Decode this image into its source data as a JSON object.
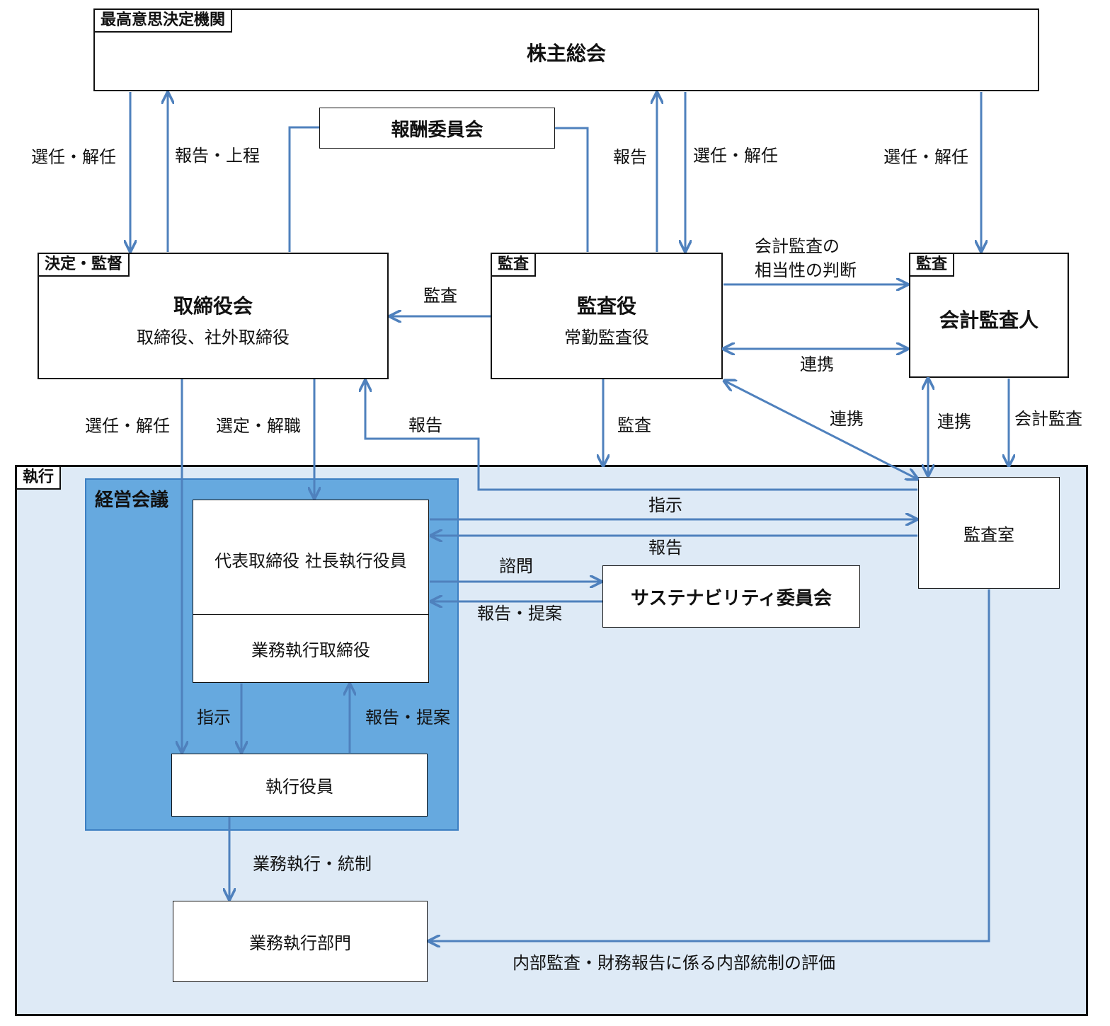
{
  "shareholders": {
    "tag": "最高意思決定機関",
    "title": "株主総会"
  },
  "compensation_committee": {
    "title": "報酬委員会"
  },
  "board": {
    "tag": "決定・監督",
    "title": "取締役会",
    "subtitle": "取締役、社外取締役"
  },
  "auditors": {
    "tag": "監査",
    "title": "監査役",
    "subtitle": "常勤監査役"
  },
  "accounting_auditor": {
    "tag": "監査",
    "title": "会計監査人"
  },
  "execution": {
    "tag": "執行"
  },
  "management_meeting": {
    "title": "経営会議"
  },
  "president": {
    "title": "代表取締役 社長執行役員"
  },
  "executive_directors": {
    "title": "業務執行取締役"
  },
  "executive_officers": {
    "title": "執行役員"
  },
  "business_departments": {
    "title": "業務執行部門"
  },
  "sustainability_committee": {
    "title": "サステナビリティ委員会"
  },
  "audit_office": {
    "title": "監査室"
  },
  "labels": {
    "gm_to_board": "選任・解任",
    "board_to_gm": "報告・上程",
    "aud_to_gm": "報告",
    "gm_to_aud": "選任・解任",
    "gm_to_acc": "選任・解任",
    "adequacy_line1": "会計監査の",
    "adequacy_line2": "相当性の判断",
    "aud_to_board": "監査",
    "aud_acc_coop": "連携",
    "board_to_officers": "選任・解任",
    "board_to_president": "選定・解職",
    "office_to_board": "報告",
    "aud_to_exec": "監査",
    "aud_office_coop": "連携",
    "acc_office_coop": "連携",
    "acc_to_exec": "会計監査",
    "president_to_office": "指示",
    "office_to_president": "報告",
    "consult": "諮問",
    "report_proposal": "報告・提案",
    "directors_to_officers": "指示",
    "officers_to_directors": "報告・提案",
    "officers_to_depts": "業務執行・統制",
    "internal_audit": "内部監査・財務報告に係る内部統制の評価"
  },
  "colors": {
    "arrow": "#4f81bd",
    "exec_area": "#deeaf6",
    "mgmt_area": "#66a9df",
    "border": "#111111"
  }
}
